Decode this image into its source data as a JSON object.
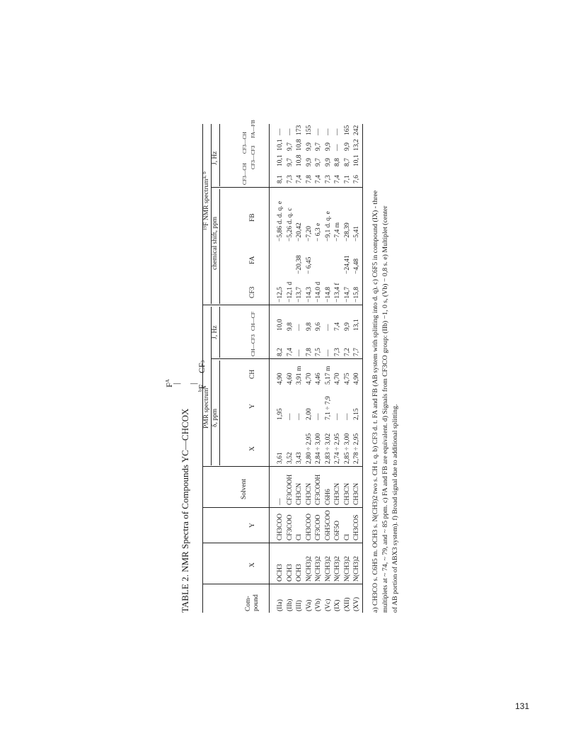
{
  "page_number": "131",
  "table": {
    "title_prefix": "TABLE 2.  NMR Spectra of Compounds  YC",
    "title_suffix": "CHCOX",
    "struct_fa": "F",
    "struct_fa_sup": "A",
    "struct_fb": "F",
    "struct_fb_pre": "b",
    "struct_cf3": "CF",
    "struct_cf3_sub": "3",
    "headers": {
      "compound": "Com-\npound",
      "x": "X",
      "y": "Y",
      "solvent": "Solvent",
      "pmr_group": "PMR spectrum",
      "pmr_group_sup": "a",
      "pmr_shift": "δ, ppm",
      "pmr_x": "X",
      "pmr_y": "Y",
      "pmr_ch": "CH",
      "pmr_j_group": "J, Hz",
      "pmr_j1": "CH—CF3",
      "pmr_j2": "CH—CF",
      "f19_group": "¹⁹F NMR spectrum",
      "f19_group_sup": "a, b",
      "chem_shift": "chemical shift, ppm",
      "cf3": "CF3",
      "fa": "FA",
      "fb": "FB",
      "f19_j_group": "J, Hz",
      "j_cf3_ch": "CF3—CH",
      "j_cf3_cf3": "CF3—CF3",
      "j_cf3_cf": "CF3—CH",
      "j_fafb": "FA—FB"
    },
    "rows": [
      {
        "compound": "(IIa)",
        "x": "OCH3",
        "y": "CH3COO",
        "solvent": "—",
        "dx": "3,61",
        "dy": "1,95",
        "dch": "4,90",
        "j1": "8,2",
        "j2": "10,0",
        "cf3": "−12,5",
        "fa": "",
        "fb": "−5,86 d. d. q. e",
        "j3": "8,1",
        "j4": "10,1",
        "j5": "10,1",
        "j6": "—"
      },
      {
        "compound": "(IIb)",
        "x": "OCH3",
        "y": "CF3COO",
        "solvent": "CF3COOH",
        "dx": "3,52",
        "dy": "—",
        "dch": "4,60",
        "j1": "7,4",
        "j2": "9,8",
        "cf3": "−12,1 d",
        "fa": "",
        "fb": "−5,26 d. q. c",
        "j3": "7,3",
        "j4": "9,7",
        "j5": "9,7",
        "j6": "—"
      },
      {
        "compound": "(III)",
        "x": "OCH3",
        "y": "Cl",
        "solvent": "CH3CN",
        "dx": "3,43",
        "dy": "—",
        "dch": "3,91 m",
        "j1": "—",
        "j2": "—",
        "cf3": "−13,7",
        "fa": "−20,38",
        "fb": "−20,42",
        "j3": "7,4",
        "j4": "10,8",
        "j5": "10,8",
        "j6": "173"
      },
      {
        "compound": "(Va)",
        "x": "N(CH3)2",
        "y": "CH3COO",
        "solvent": "CH3CN",
        "dx": "2,80 ÷ 2,95",
        "dy": "2,00",
        "dch": "4,70",
        "j1": "7,8",
        "j2": "9,8",
        "cf3": "−14,3",
        "fa": "− 6,45",
        "fb": "−7,20",
        "j3": "7,8",
        "j4": "9,9",
        "j5": "9,9",
        "j6": "155"
      },
      {
        "compound": "(Vb)",
        "x": "N(CH3)2",
        "y": "CF3COO",
        "solvent": "CF3COOH",
        "dx": "2,84 ÷ 3,00",
        "dy": "—",
        "dch": "4,46",
        "j1": "7,5",
        "j2": "9,6",
        "cf3": "−14,0 d",
        "fa": "",
        "fb": "− 6,3 e",
        "j3": "7,4",
        "j4": "9,7",
        "j5": "9,7",
        "j6": "—"
      },
      {
        "compound": "(Vc)",
        "x": "N(CH3)2",
        "y": "C6H5COO",
        "solvent": "C6H6",
        "dx": "2,83 ÷ 3,02",
        "dy": "7,1 ÷ 7,9",
        "dch": "5,17 m",
        "j1": "—",
        "j2": "—",
        "cf3": "−14,8",
        "fa": "",
        "fb": "−9,1 d. q. e",
        "j3": "7,3",
        "j4": "9,9",
        "j5": "9,9",
        "j6": "—"
      },
      {
        "compound": "(IX)",
        "x": "N(CH3)2",
        "y": "C6F5O",
        "solvent": "CH3CN",
        "dx": "2,74 ÷ 2,95",
        "dy": "—",
        "dch": "4,70",
        "j1": "7,3",
        "j2": "7,4",
        "cf3": "−13,4 f",
        "fa": "",
        "fb": "−7,4 m",
        "j3": "7,4",
        "j4": "8,8",
        "j5": "—",
        "j6": "—"
      },
      {
        "compound": "(XII)",
        "x": "N(CH3)2",
        "y": "Cl",
        "solvent": "CH3CN",
        "dx": "2,85 ÷ 3,00",
        "dy": "—",
        "dch": "4,75",
        "j1": "7,2",
        "j2": "9,9",
        "cf3": "−14,7",
        "fa": "−24,41",
        "fb": "−28,39",
        "j3": "7,1",
        "j4": "8,7",
        "j5": "9,9",
        "j6": "165"
      },
      {
        "compound": "(XV)",
        "x": "N(CH3)2",
        "y": "CH3COS",
        "solvent": "CH3CN",
        "dx": "2,78 ÷ 2,95",
        "dy": "2,15",
        "dch": "4,90",
        "j1": "7,7",
        "j2": "13,1",
        "cf3": "−15,8",
        "fa": "−4,48",
        "fb": "−5,41",
        "j3": "7,6",
        "j4": "10,1",
        "j5": "13,2",
        "j6": "242"
      }
    ],
    "footnote_1": "a) CH3CO s. C6H5 m. OCH3 s. N(CH3)2 two s. CH t. q. b) CF3 d. t. FA and FB (AB system with splitting into d. q). c) C6F5 in compound (IX) - three",
    "footnote_2": "multiplets at ~ 74, ~ 79, and ~ 85 ppm. c) FA and FB are equivalent. d) Signals from CF3CO group: (IIb) −1, 0 s, (Vb) − 0,8 s. e) Multiplet (center",
    "footnote_3": "of AB portion of ABX3 system). f) Broad signal due to additional splitting."
  }
}
